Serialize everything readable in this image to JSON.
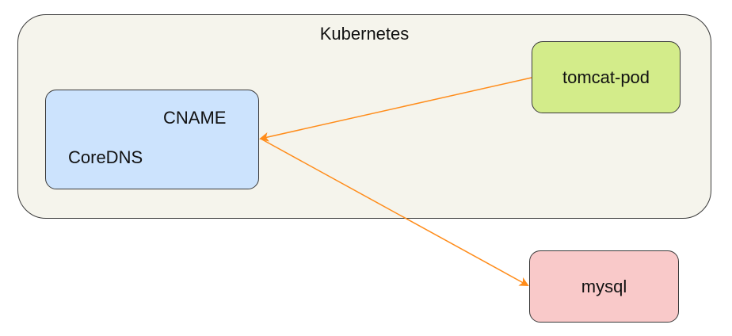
{
  "cluster": {
    "title": "Kubernetes"
  },
  "nodes": {
    "coredns": {
      "label": "CoreDNS",
      "record_type": "CNAME"
    },
    "tomcat": {
      "label": "tomcat-pod"
    },
    "mysql": {
      "label": "mysql"
    }
  },
  "colors": {
    "cluster_fill": "#f5f4ec",
    "coredns_fill": "#cce3fd",
    "tomcat_fill": "#d3ec8a",
    "mysql_fill": "#f9c9c9",
    "edge": "#ff8c1a",
    "border": "#3a3a3a"
  },
  "edges": [
    {
      "from": "tomcat-pod",
      "to": "CoreDNS"
    },
    {
      "from": "CoreDNS",
      "to": "mysql"
    }
  ]
}
